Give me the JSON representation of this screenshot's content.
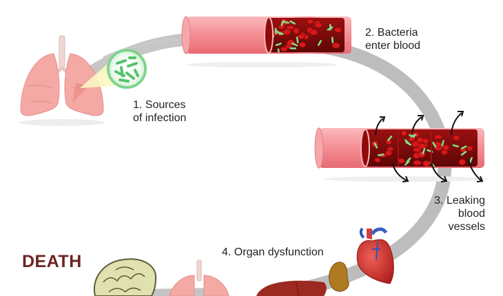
{
  "steps": {
    "s1": {
      "line1": "1. Sources",
      "line2": "of infection"
    },
    "s2": {
      "line1": "2. Bacteria",
      "line2": "enter blood"
    },
    "s3": {
      "line1": "3. Leaking",
      "line2": "blood",
      "line3": "vessels"
    },
    "s4": {
      "label": "4. Organ dysfunction"
    }
  },
  "outcome": {
    "label": "DEATH"
  },
  "icons": [
    "lungs-icon",
    "bacteria-magnifier-icon",
    "blood-vessel-icon",
    "leaking-vessel-icon",
    "heart-icon",
    "kidney-icon",
    "liver-icon",
    "brain-icon"
  ],
  "colors": {
    "cycle_arrow": "#c4c4c4",
    "vessel_outer": "#f7a1a6",
    "blood": "#7a0c0c",
    "bacteria": "#7ee08a",
    "lungs": "#f4a9a4",
    "death_text": "#6b2421"
  }
}
